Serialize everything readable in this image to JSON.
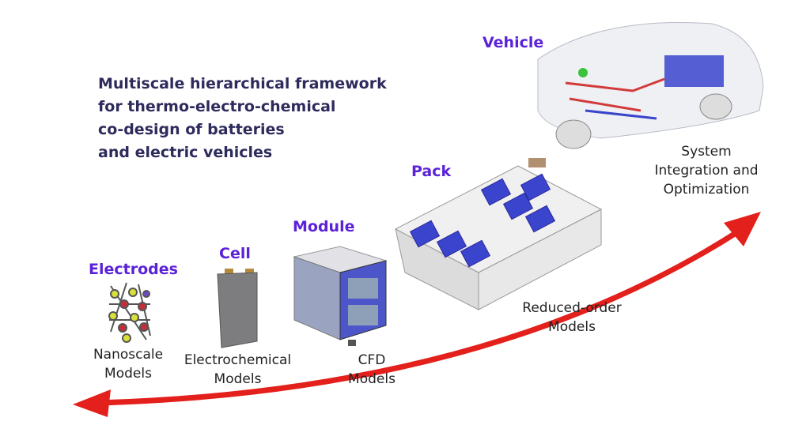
{
  "title_lines": [
    "Multiscale hierarchical framework",
    "for thermo-electro-chemical",
    "co-design of batteries",
    "and electric vehicles"
  ],
  "levels": {
    "electrodes": "Electrodes",
    "cell": "Cell",
    "module": "Module",
    "pack": "Pack",
    "vehicle": "Vehicle"
  },
  "models": {
    "nanoscale": [
      "Nanoscale",
      "Models"
    ],
    "electrochemical": [
      "Electrochemical",
      "Models"
    ],
    "cfd": [
      "CFD",
      "Models"
    ],
    "reduced": [
      "Reduced-order",
      "Models"
    ],
    "system": [
      "System",
      "Integration and",
      "Optimization"
    ]
  },
  "colors": {
    "title": "#2d2a5c",
    "level": "#5b22d8",
    "arrow": "#e3201b"
  }
}
